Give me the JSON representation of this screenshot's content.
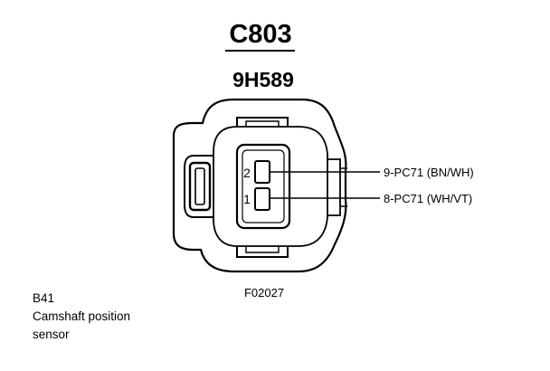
{
  "connector": {
    "id": "C803",
    "part_number": "9H589",
    "figure_ref": "F02027"
  },
  "pins": [
    {
      "number": "2",
      "circuit": "9-PC71 (BN/WH)"
    },
    {
      "number": "1",
      "circuit": "8-PC71 (WH/VT)"
    }
  ],
  "component": {
    "ref": "B41",
    "name_line1": "Camshaft position",
    "name_line2": "sensor"
  },
  "colors": {
    "line": "#000000",
    "background": "#ffffff"
  }
}
